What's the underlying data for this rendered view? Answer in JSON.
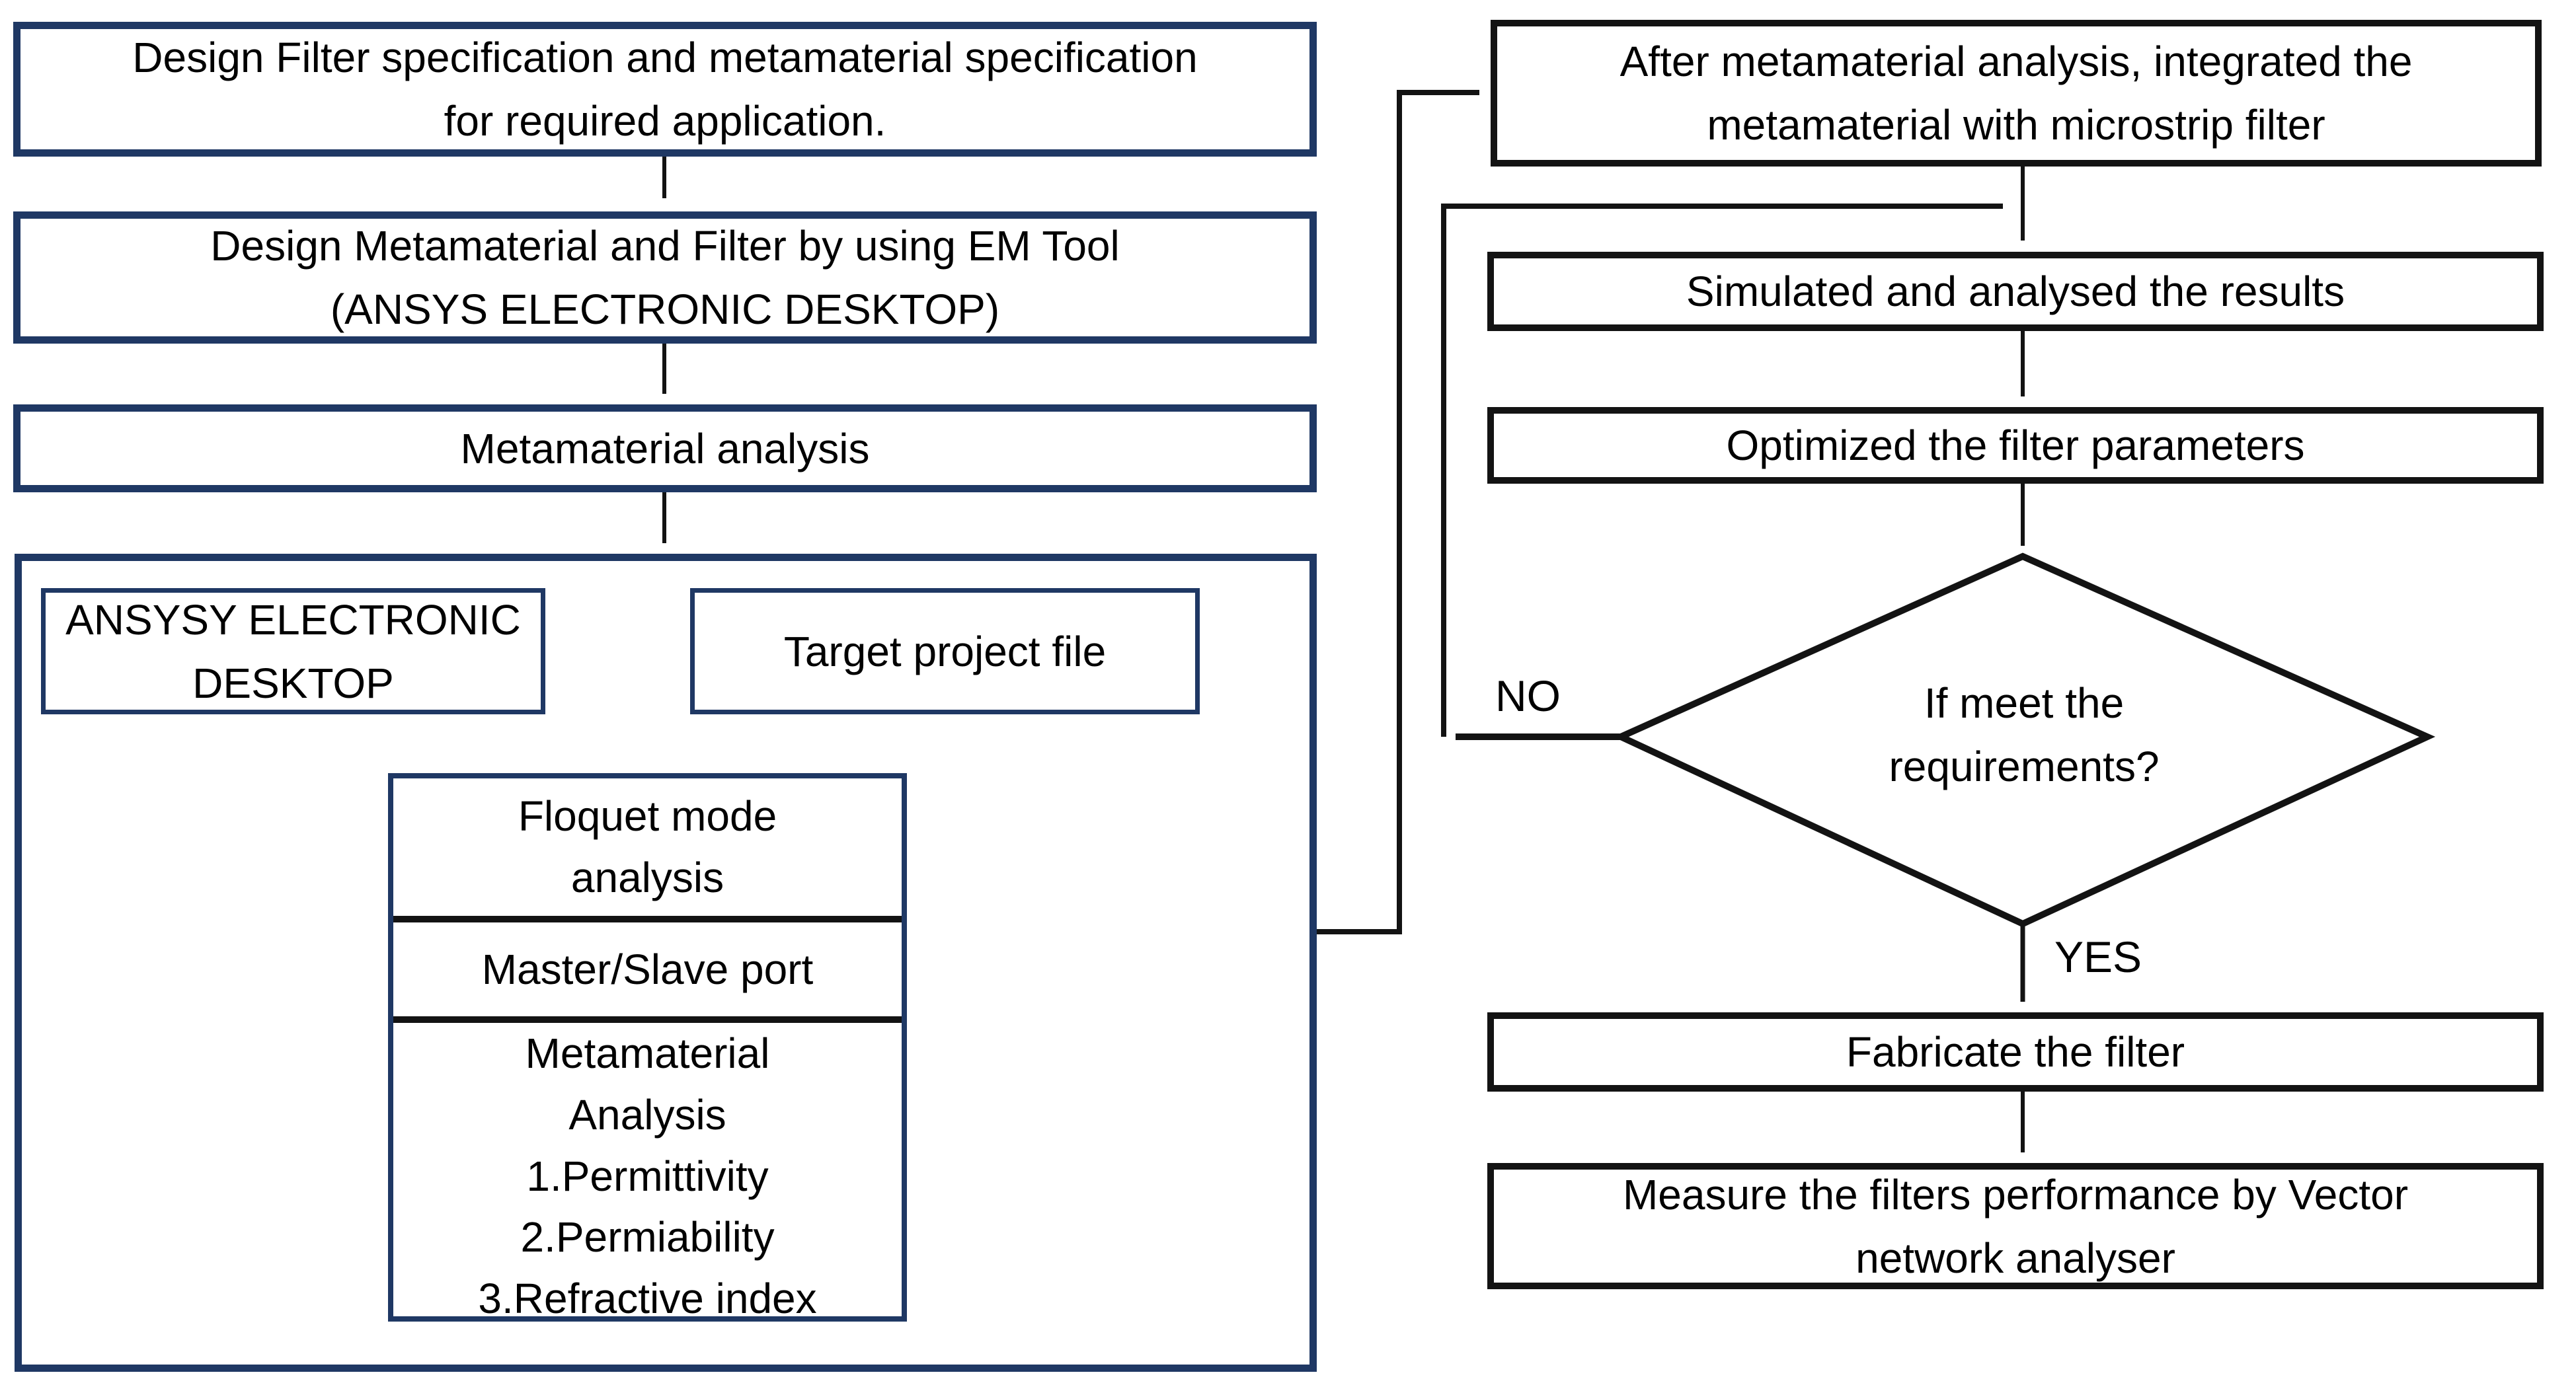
{
  "meta": {
    "kind": "flowchart",
    "colors": {
      "left_border_navy": "#1f3864",
      "right_border_black": "#131313",
      "background": "#ffffff",
      "text": "#000000"
    }
  },
  "nodes": {
    "spec": {
      "label": "Design Filter specification and metamaterial specification\nfor required application."
    },
    "em_tool": {
      "label": "Design Metamaterial and Filter by using EM Tool\n(ANSYS ELECTRONIC DESKTOP)"
    },
    "meta_analysis": {
      "label": "Metamaterial analysis"
    },
    "ansys_desktop": {
      "label": "ANSYSY ELECTRONIC\nDESKTOP"
    },
    "target_file": {
      "label": "Target project file"
    },
    "floquet": {
      "label": "Floquet mode\nanalysis"
    },
    "master_slave": {
      "label": "Master/Slave port"
    },
    "meta_params": {
      "label": "Metamaterial\nAnalysis\n1.Permittivity\n2.Permiability\n3.Refractive index"
    },
    "integrate": {
      "label": "After metamaterial analysis, integrated the\nmetamaterial with microstrip filter"
    },
    "simulate": {
      "label": "Simulated and analysed the results"
    },
    "optimize": {
      "label": "Optimized the filter parameters"
    },
    "decision": {
      "label": "If meet the\nrequirements?"
    },
    "fabricate": {
      "label": "Fabricate the filter"
    },
    "measure": {
      "label": "Measure the filters performance by Vector\nnetwork analyser"
    }
  },
  "edge_labels": {
    "no": "NO",
    "yes": "YES"
  }
}
